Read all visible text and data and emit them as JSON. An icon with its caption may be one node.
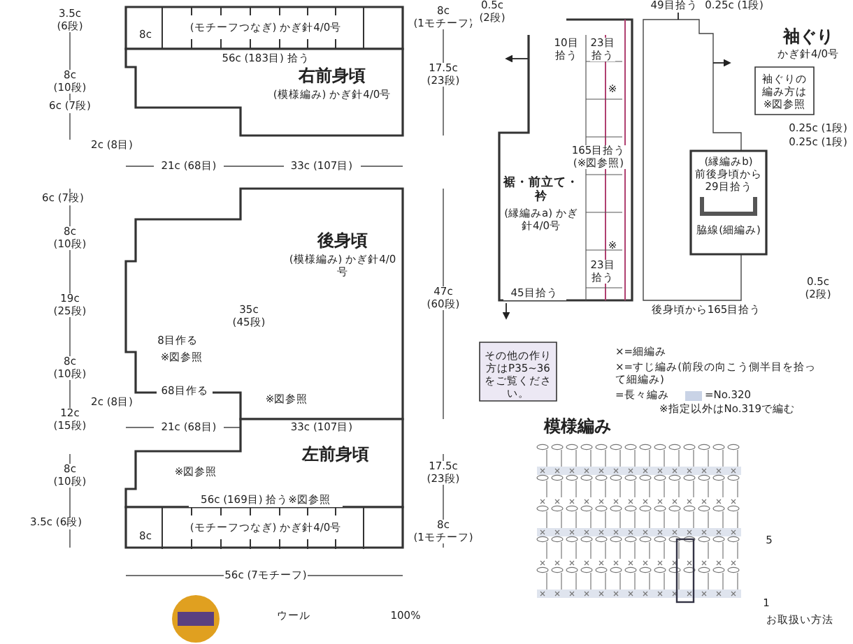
{
  "diagram": {
    "nodes": [
      {
        "text": [
          "(モチーフつなぎ) かぎ針4/0号"
        ]
      },
      {
        "text": [
          "右前身頃",
          "(模様編み) かぎ針4/0号"
        ]
      },
      {
        "text": [
          "後身頃",
          "(模様編み) かぎ針4/0号"
        ]
      },
      {
        "text": [
          "左前身頃"
        ]
      },
      {
        "text": [
          "(モチーフつなぎ) かぎ針4/0号"
        ]
      },
      {
        "text": [
          "裾・前立て・衿",
          "(縁編みa) かぎ針4/0号"
        ]
      },
      {
        "text": [
          "袖ぐりの編み方は※図参照"
        ]
      },
      {
        "text": [
          "(縁編みb)",
          "前後身頃から29目拾う",
          "脇線(細編み)"
        ]
      },
      {
        "text": [
          "その他の作り方はP35~36をご覧ください。"
        ]
      },
      {
        "text": [
          "模様編み"
        ]
      }
    ],
    "labels": [
      "3.5c (6段)",
      "8c (10段)",
      "6c (7段)",
      "2c (8目)",
      "21c (68目)",
      "33c (107目)",
      "8c (1モチーフ)",
      "17.5c (23段)",
      "8c",
      "56c (183目) 拾う",
      "6c (7段)",
      "8c (10段)",
      "19c (25段)",
      "8c (10段)",
      "12c (15段)",
      "2c (8目)",
      "21c (68目)",
      "33c (107目)",
      "35c (45段)",
      "47c (60段)",
      "8目作る",
      "※図参照",
      "68目作る",
      "※図参照",
      "※図参照",
      "56c (169目) 拾う※図参照",
      "8c (10段)",
      "3.5c (6段)",
      "17.5c (23段)",
      "8c (1モチーフ)",
      "8c",
      "56c (7モチーフ)",
      "0.5c (2段)",
      "49目拾う",
      "0.25c (1段)",
      "10目拾う",
      "23目拾う",
      "※",
      "165目拾う(※図参照)",
      "※",
      "23目拾う",
      "45目拾う",
      "後身頃から165目拾う",
      "袖ぐり",
      "かぎ針4/0号",
      "0.25c (1段)",
      "0.25c (1段)",
      "0.5c (2段)",
      "※指定以外はNo.319で編む",
      "5",
      "1",
      "ウール",
      "100%",
      "お取扱い方法"
    ],
    "legend": [
      {
        "text": "×=細編み"
      },
      {
        "text": "×=すじ編み(前段の向こう側半目を拾って細編み)"
      },
      {
        "text": "=長々編み"
      },
      {
        "text": "=No.320",
        "color": "#c9d3e6"
      }
    ]
  }
}
